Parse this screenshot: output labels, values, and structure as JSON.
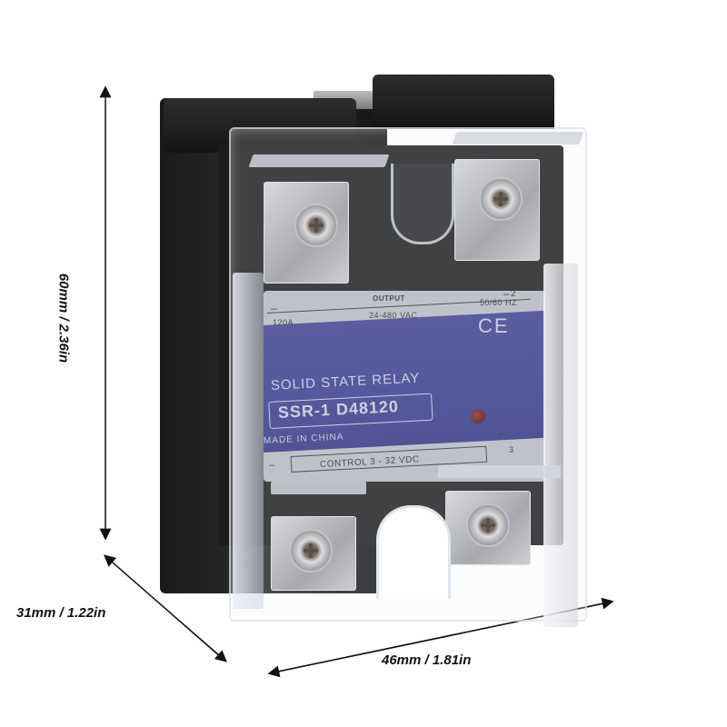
{
  "product": {
    "name": "Solid State Relay",
    "model": "SSR-1 D48120"
  },
  "dimensions": {
    "height": "60mm / 2.36in",
    "depth": "31mm / 1.22in",
    "width": "46mm / 1.81in"
  },
  "label": {
    "output_title": "OUTPUT",
    "output_voltage": "24-480 VAC",
    "current": "120A",
    "frequency": "50/60 HZ",
    "terminal_top_right": "2",
    "minus_symbol": "–",
    "title": "SOLID STATE RELAY",
    "model": "SSR-1 D48120",
    "origin": "MADE IN CHINA",
    "certification": "CE",
    "control": "CONTROL 3 - 32 VDC",
    "plus_symbol": "+",
    "terminal_bottom_right": "3"
  },
  "colors": {
    "label_blue": "#34388a",
    "label_gray": "#b7b9c2",
    "housing_black": "#1a1a1a",
    "terminal_silver": "#c8c8cc"
  }
}
